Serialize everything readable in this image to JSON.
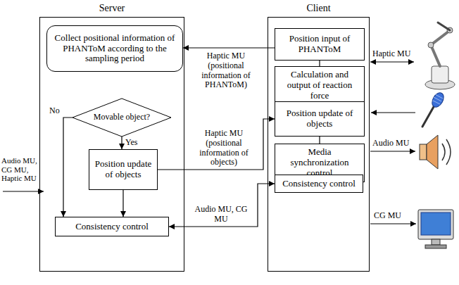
{
  "diagram": {
    "nodes": [
      {
        "text": [
          "Server"
        ]
      },
      {
        "text": [
          "Collect positional information of PHANToM according to the sampling period"
        ],
        "in": 0
      },
      {
        "text": [
          "Movable object?"
        ],
        "in": 0
      },
      {
        "text": [
          "Position update of objects"
        ],
        "in": 0
      },
      {
        "text": [
          "Consistency control"
        ],
        "in": 0
      },
      {
        "text": [
          "Client"
        ]
      },
      {
        "text": [
          "Position input of PHANToM"
        ],
        "in": 5
      },
      {
        "text": [
          "Calculation and output of reaction force"
        ],
        "in": 5
      },
      {
        "text": [
          "Position update of objects"
        ],
        "in": 5
      },
      {
        "text": [
          "Media synchronization control"
        ],
        "in": 5
      },
      {
        "text": [
          "Consistency control"
        ],
        "in": 5
      }
    ],
    "edges": [
      {
        "from": 6,
        "to": 1,
        "arrow": "to",
        "label": "Haptic MU (positional information of PHANToM)"
      },
      {
        "from": 2,
        "to": 3,
        "arrow": "to",
        "label": "Yes"
      },
      {
        "from": 2,
        "to": 4,
        "arrow": "to",
        "label": "No"
      },
      {
        "from": 3,
        "to": 4,
        "arrow": "to"
      },
      {
        "from": 3,
        "to": 8,
        "arrow": "to",
        "label": "Haptic MU (positional information of objects)"
      },
      {
        "from": 4,
        "to": 10,
        "arrow": "both",
        "label": "Audio MU, CG MU"
      },
      {
        "from": 6,
        "to": 7,
        "arrow": "none"
      },
      {
        "from": 7,
        "to": 8,
        "arrow": "none"
      },
      {
        "from": 8,
        "to": 9,
        "arrow": "none"
      },
      {
        "from": 9,
        "to": 10,
        "arrow": "none"
      }
    ],
    "labels": [
      "Audio MU, CG MU, Haptic MU",
      "Haptic MU",
      "Audio MU",
      "CG MU"
    ]
  }
}
